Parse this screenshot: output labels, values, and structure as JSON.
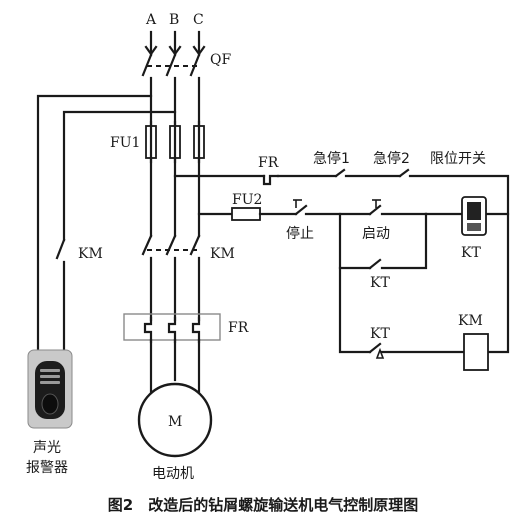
{
  "labels": {
    "phase_a": "A",
    "phase_b": "B",
    "phase_c": "C",
    "qf": "QF",
    "fu1": "FU1",
    "fu2": "FU2",
    "fr_top": "FR",
    "fr_main": "FR",
    "km_main": "KM",
    "km_alarm": "KM",
    "km_coil": "KM",
    "emergency_stop_1": "急停1",
    "emergency_stop_2": "急停2",
    "limit_switch": "限位开关",
    "stop": "停止",
    "start": "启动",
    "kt_timer": "KT",
    "kt_hold": "KT",
    "kt_contact": "KT",
    "motor": "M",
    "motor_caption": "电动机",
    "alarm_line1": "声光",
    "alarm_line2": "报警器"
  },
  "caption": "图2　改造后的钻屑螺旋输送机电气控制原理图",
  "colors": {
    "line": "#1a1a1a",
    "alarm_body": "#c9c9c9",
    "alarm_face": "#1c1c1c"
  }
}
